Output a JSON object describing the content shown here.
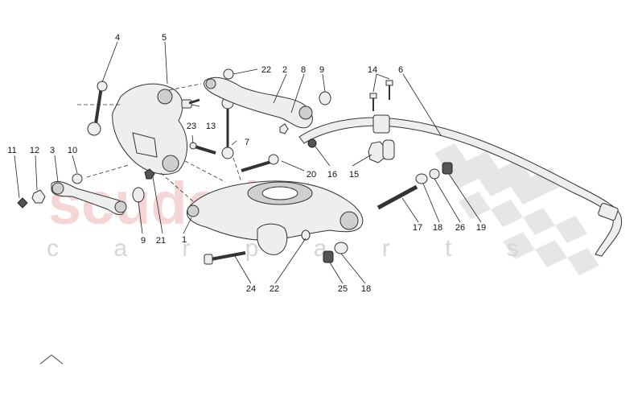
{
  "watermark": {
    "brand": "scuderia",
    "subtitle": "c a r p a r t s"
  },
  "callouts": [
    "1",
    "2",
    "3",
    "4",
    "5",
    "6",
    "7",
    "8",
    "9",
    "9",
    "10",
    "11",
    "12",
    "13",
    "14",
    "15",
    "16",
    "17",
    "18",
    "18",
    "19",
    "20",
    "21",
    "22",
    "22",
    "23",
    "24",
    "25",
    "26"
  ],
  "colors": {
    "line": "#333333",
    "part_fill": "#eeeeee",
    "watermark_red": "#e8a0a0"
  },
  "icons": {
    "home": "chevron-up-icon"
  }
}
